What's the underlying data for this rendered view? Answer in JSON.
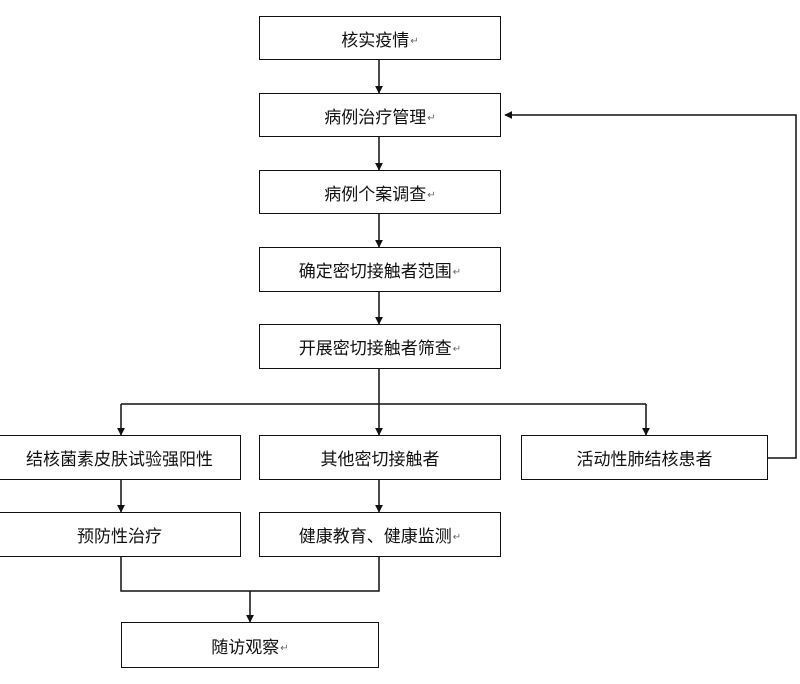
{
  "flowchart": {
    "paragraph_mark": "↵",
    "nodes": {
      "verify": "核实疫情",
      "manage": "病例治疗管理",
      "survey": "病例个案调查",
      "scope": "确定密切接触者范围",
      "screen": "开展密切接触者筛查",
      "tb_positive": "结核菌素皮肤试验强阳性",
      "other_contacts": "其他密切接触者",
      "active_tb": "活动性肺结核患者",
      "prevent": "预防性治疗",
      "health": "健康教育、健康监测",
      "followup": "随访观察"
    },
    "line_color": "#111111"
  }
}
